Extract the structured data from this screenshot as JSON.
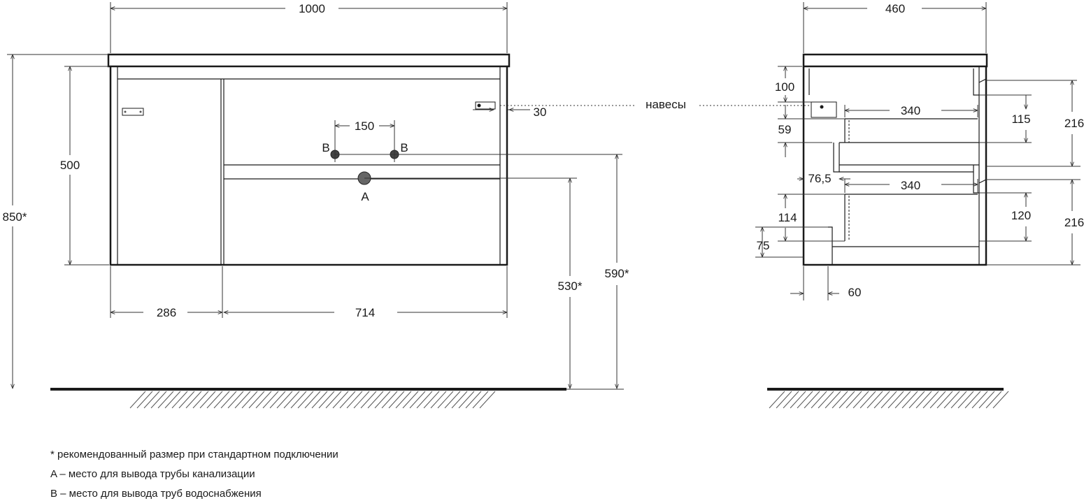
{
  "front_view": {
    "dimensions": {
      "total_width": "1000",
      "body_height": "500",
      "total_height": "850*",
      "hinge_offset": "30",
      "pipe_spacing": "150",
      "left_module_width": "286",
      "right_module_width": "714",
      "drain_height": "530*",
      "water_height": "590*"
    },
    "labels": {
      "water_left": "B",
      "water_right": "B",
      "drain": "A",
      "hinges": "навесы"
    }
  },
  "side_view": {
    "dimensions": {
      "depth": "460",
      "dim_100": "100",
      "drawer_depth_top": "340",
      "dim_115": "115",
      "drawer_front_top": "216",
      "dim_59": "59",
      "dim_76_5": "76,5",
      "drawer_depth_bottom": "340",
      "dim_114": "114",
      "dim_120": "120",
      "drawer_front_bottom": "216",
      "dim_75": "75",
      "dim_60": "60"
    }
  },
  "notes": [
    "* рекомендованный размер при стандартном подключении",
    "A – место для вывода трубы канализации",
    "B – место для вывода труб водоснабжения"
  ]
}
